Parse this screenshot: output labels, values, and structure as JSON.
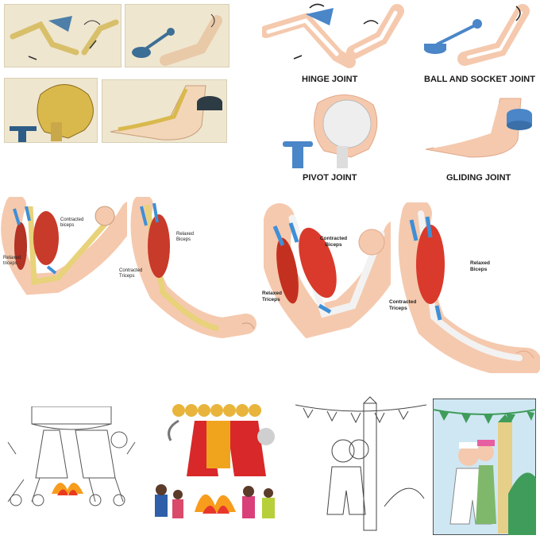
{
  "joints": {
    "hinge": "HINGE JOINT",
    "ball_socket": "BALL AND SOCKET JOINT",
    "pivot": "PIVOT JOINT",
    "gliding": "GLIDING JOINT"
  },
  "arm_sketch": {
    "contracted_biceps": "Contracted biceps",
    "relaxed_triceps": "Relaxed triceps",
    "relaxed_biceps": "Relaxed Biceps",
    "contracted_triceps": "Contracted Triceps"
  },
  "arm_vector": {
    "contracted_biceps": "Contracted Biceps",
    "relaxed_triceps": "Relaxed Triceps",
    "relaxed_biceps": "Relaxed Biceps",
    "contracted_triceps": "Contracted Triceps"
  },
  "colors": {
    "skin": "#f5c9ae",
    "bone": "#f2f2f2",
    "muscle": "#d93a2b",
    "tendon": "#3f8fd6",
    "joint_blue": "#4a86c8",
    "sketch_bg": "#f3ecd9",
    "bone_sketch": "#e8d27a",
    "banner_green": "#3f9c5a",
    "sky": "#cfe7f3"
  }
}
